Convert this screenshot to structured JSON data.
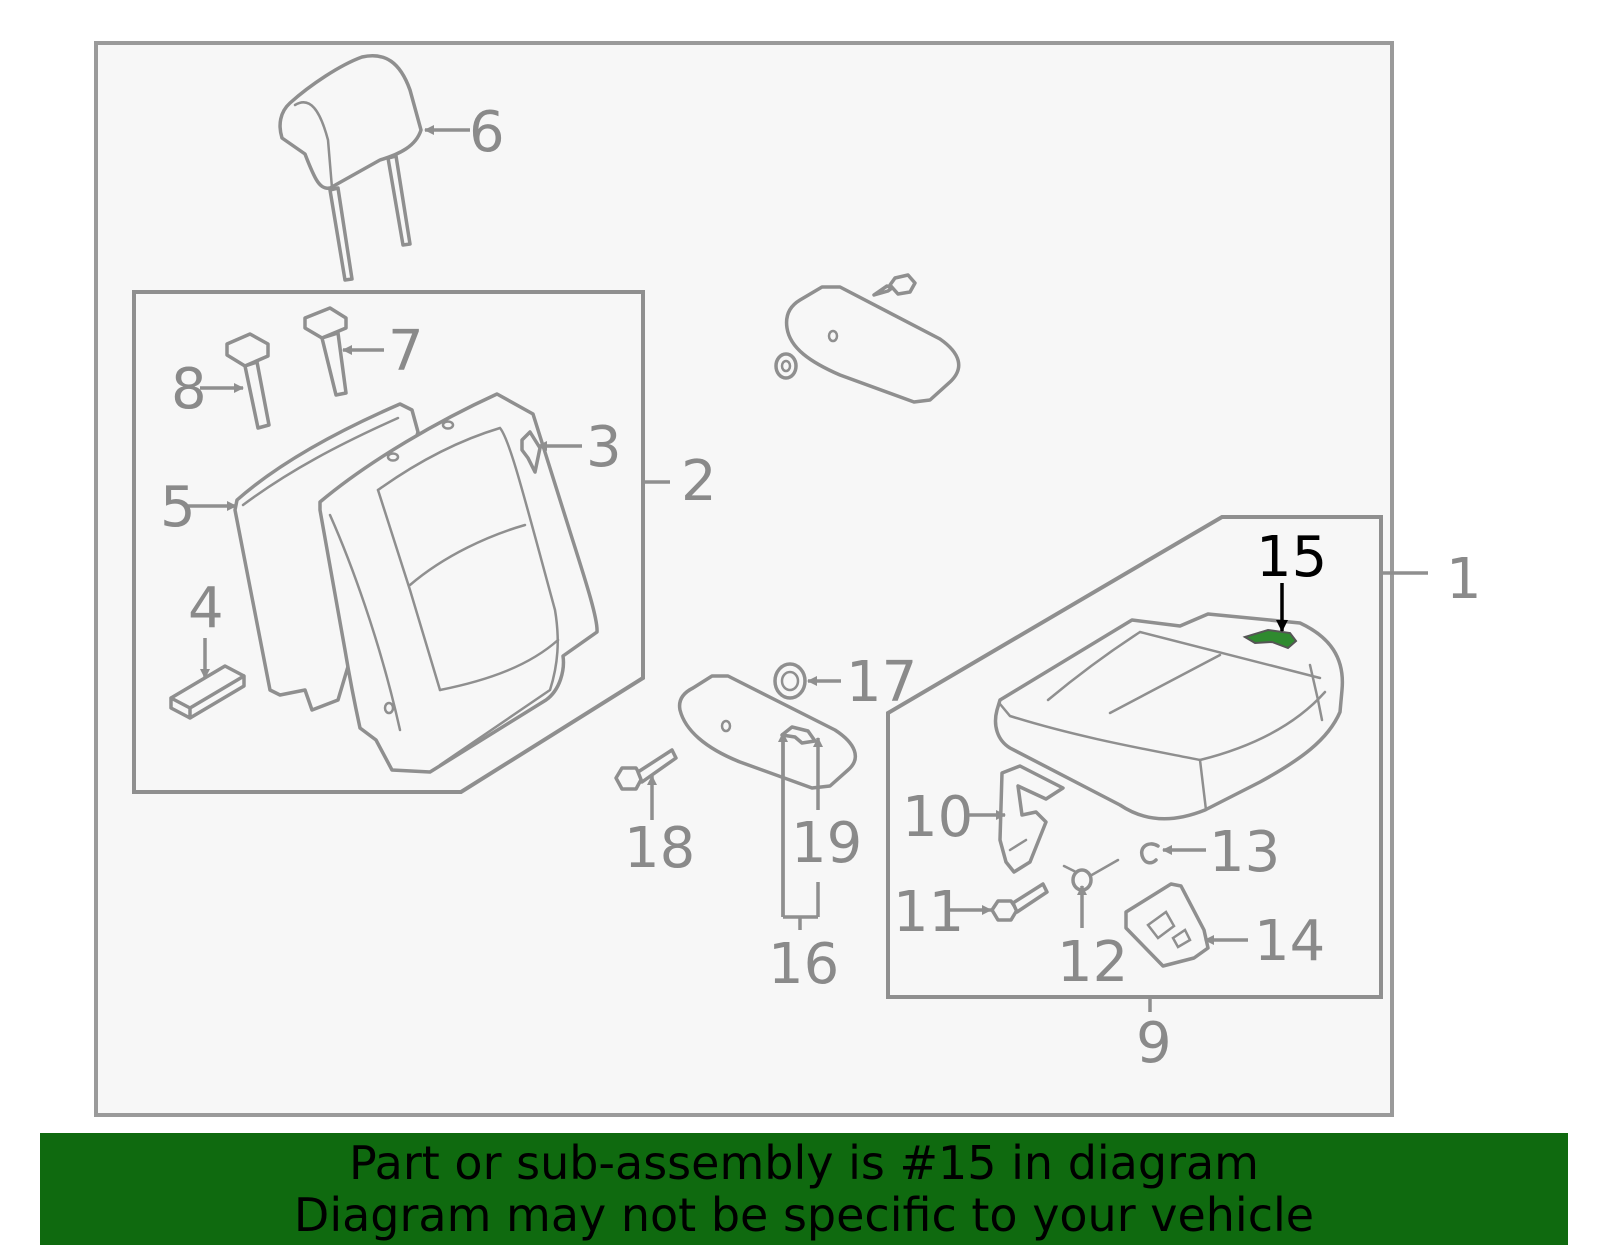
{
  "diagram": {
    "highlighted_part": "15",
    "callouts": [
      {
        "id": "c1",
        "label": "1"
      },
      {
        "id": "c2",
        "label": "2"
      },
      {
        "id": "c3",
        "label": "3"
      },
      {
        "id": "c4",
        "label": "4"
      },
      {
        "id": "c5",
        "label": "5"
      },
      {
        "id": "c6",
        "label": "6"
      },
      {
        "id": "c7",
        "label": "7"
      },
      {
        "id": "c8",
        "label": "8"
      },
      {
        "id": "c9",
        "label": "9"
      },
      {
        "id": "c10",
        "label": "10"
      },
      {
        "id": "c11",
        "label": "11"
      },
      {
        "id": "c12",
        "label": "12"
      },
      {
        "id": "c13",
        "label": "13"
      },
      {
        "id": "c14",
        "label": "14"
      },
      {
        "id": "c15",
        "label": "15"
      },
      {
        "id": "c16",
        "label": "16"
      },
      {
        "id": "c17",
        "label": "17"
      },
      {
        "id": "c18",
        "label": "18"
      },
      {
        "id": "c19",
        "label": "19"
      }
    ],
    "colors": {
      "line": "#8f8f8f",
      "highlight_text": "#000000",
      "highlight_part": "#2f8a2f",
      "background": "#f7f7f7"
    }
  },
  "banner": {
    "line1": "Part or sub-assembly is #15 in diagram",
    "line2": "Diagram may not be specific to your vehicle",
    "color": "#0f6a0f"
  }
}
